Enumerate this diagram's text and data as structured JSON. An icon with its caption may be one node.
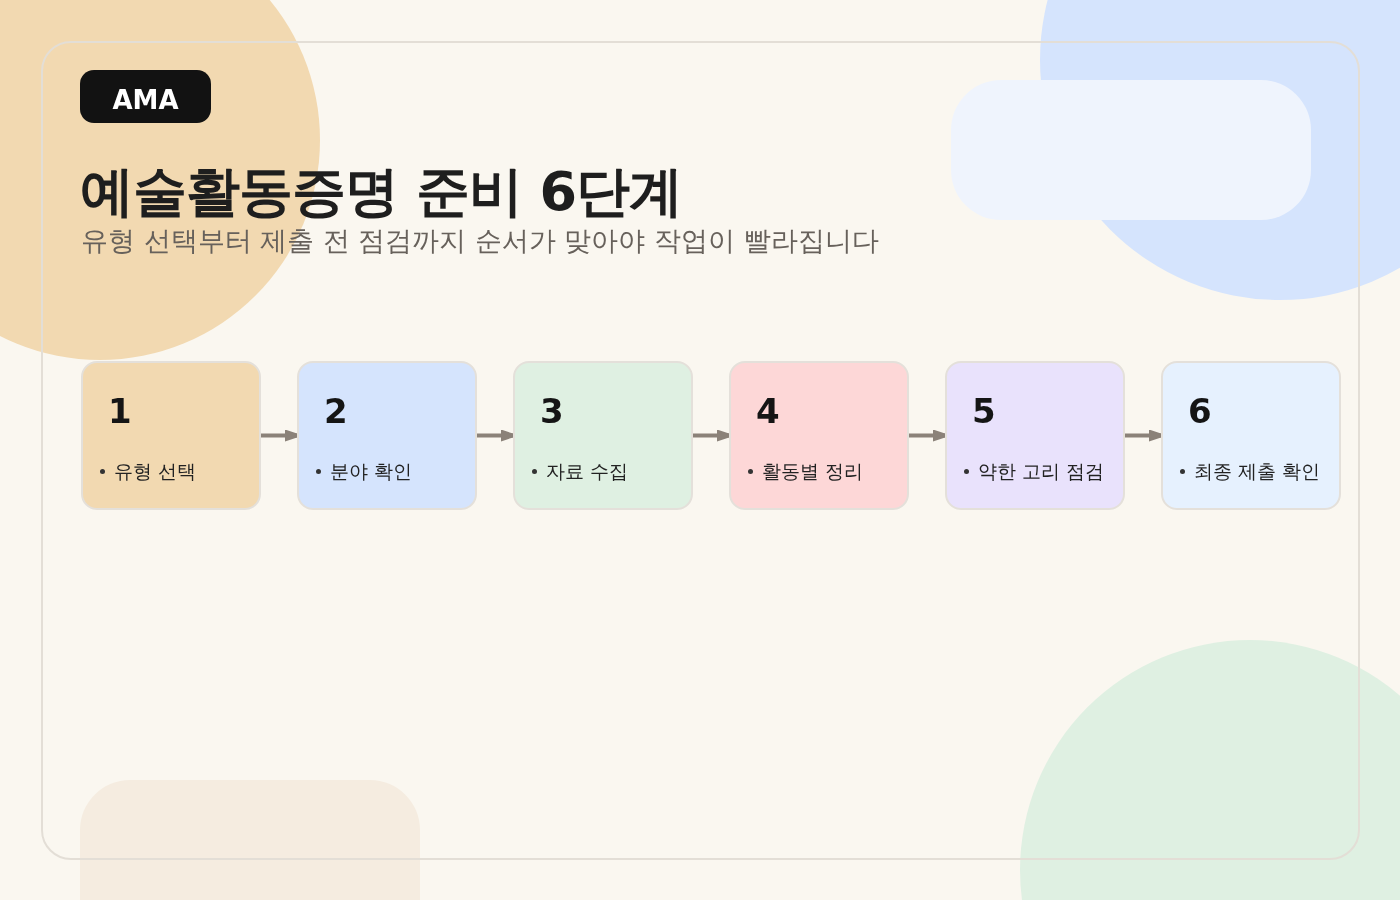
{
  "diagram": {
    "title": "예술활동증명 준비 6단계",
    "nodes": [
      {
        "text": [
          "1",
          "유형 선택"
        ]
      },
      {
        "text": [
          "2",
          "분야 확인"
        ]
      },
      {
        "text": [
          "3",
          "자료 수집"
        ]
      },
      {
        "text": [
          "4",
          "활동별 정리"
        ]
      },
      {
        "text": [
          "5",
          "약한 고리 점검"
        ]
      },
      {
        "text": [
          "6",
          "최종 제출 확인"
        ]
      }
    ],
    "edges": [
      {
        "from": 0,
        "to": 1,
        "arrow": "to"
      },
      {
        "from": 1,
        "to": 2,
        "arrow": "to"
      },
      {
        "from": 2,
        "to": 3,
        "arrow": "to"
      },
      {
        "from": 3,
        "to": 4,
        "arrow": "to"
      },
      {
        "from": 4,
        "to": 5,
        "arrow": "to"
      }
    ],
    "labels": [
      "AMA",
      "유형 선택부터 제출 전 점검까지 순서가 맞아야 작업이 빨라집니다"
    ]
  }
}
